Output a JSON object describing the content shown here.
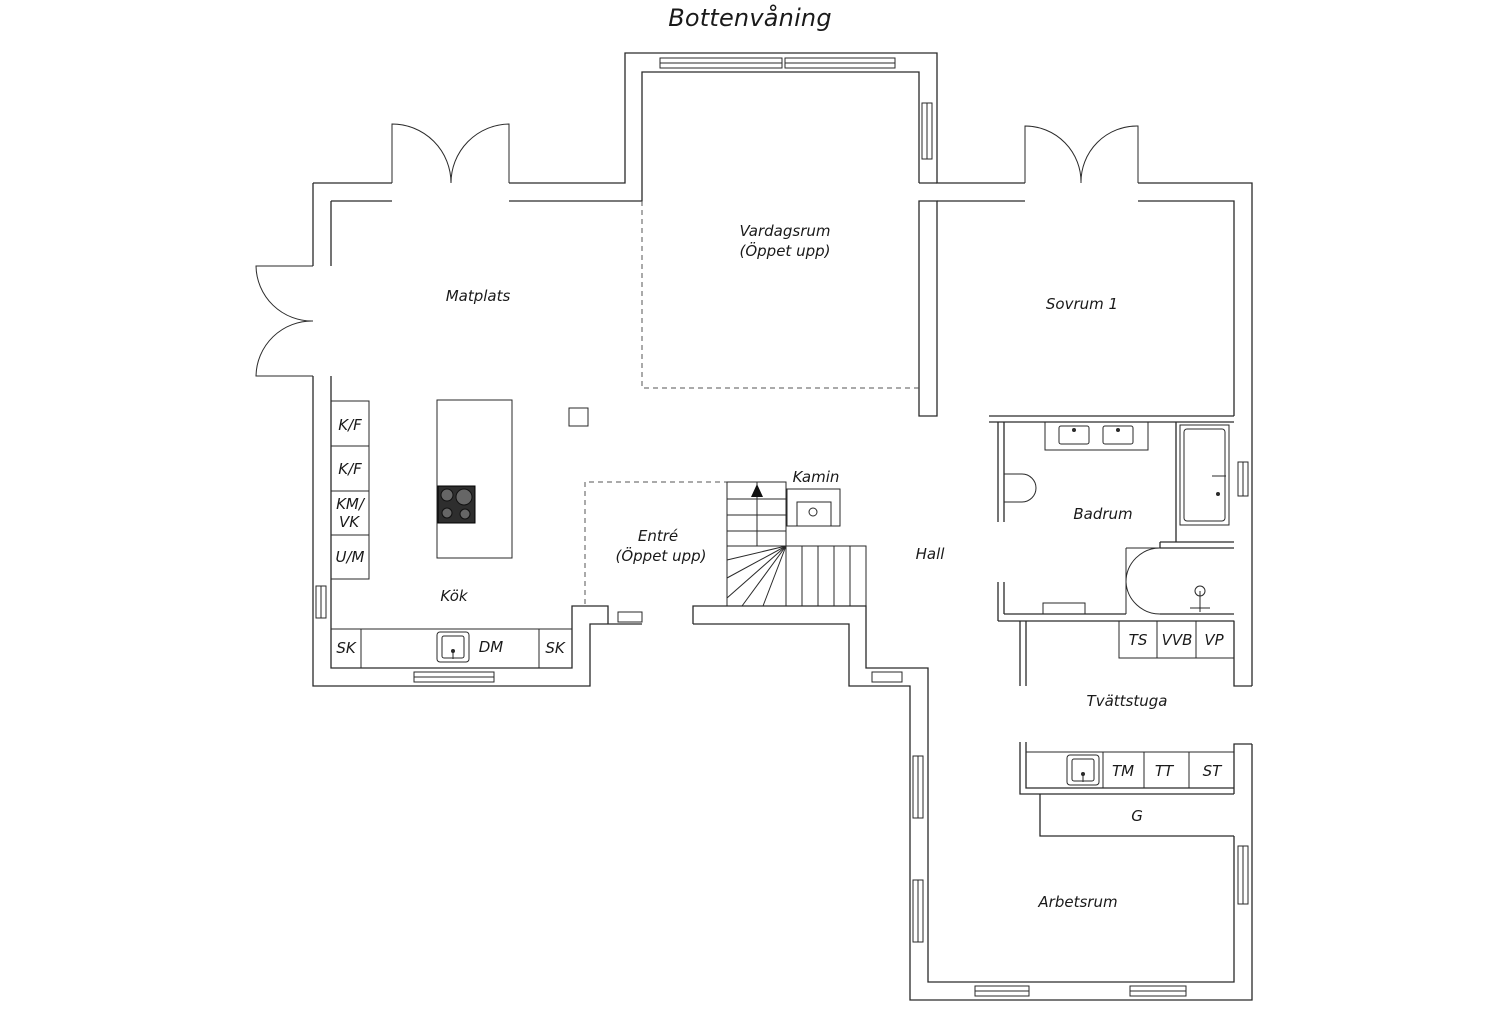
{
  "title": "Bottenvåning",
  "rooms": {
    "matplats": "Matplats",
    "vardagsrum_1": "Vardagsrum",
    "vardagsrum_2": "(Öppet upp)",
    "sovrum": "Sovrum 1",
    "kamin": "Kamin",
    "entre_1": "Entré",
    "entre_2": "(Öppet upp)",
    "hall": "Hall",
    "badrum": "Badrum",
    "kok": "Kök",
    "tvattstuga": "Tvättstuga",
    "arbetsrum": "Arbetsrum"
  },
  "fixtures": {
    "kf1": "K/F",
    "kf2": "K/F",
    "kmvk_1": "KM/",
    "kmvk_2": "VK",
    "um": "U/M",
    "sk1": "SK",
    "dm": "DM",
    "sk2": "SK",
    "ts": "TS",
    "vvb": "VVB",
    "vp": "VP",
    "tm": "TM",
    "tt": "TT",
    "st": "ST",
    "g": "G"
  }
}
